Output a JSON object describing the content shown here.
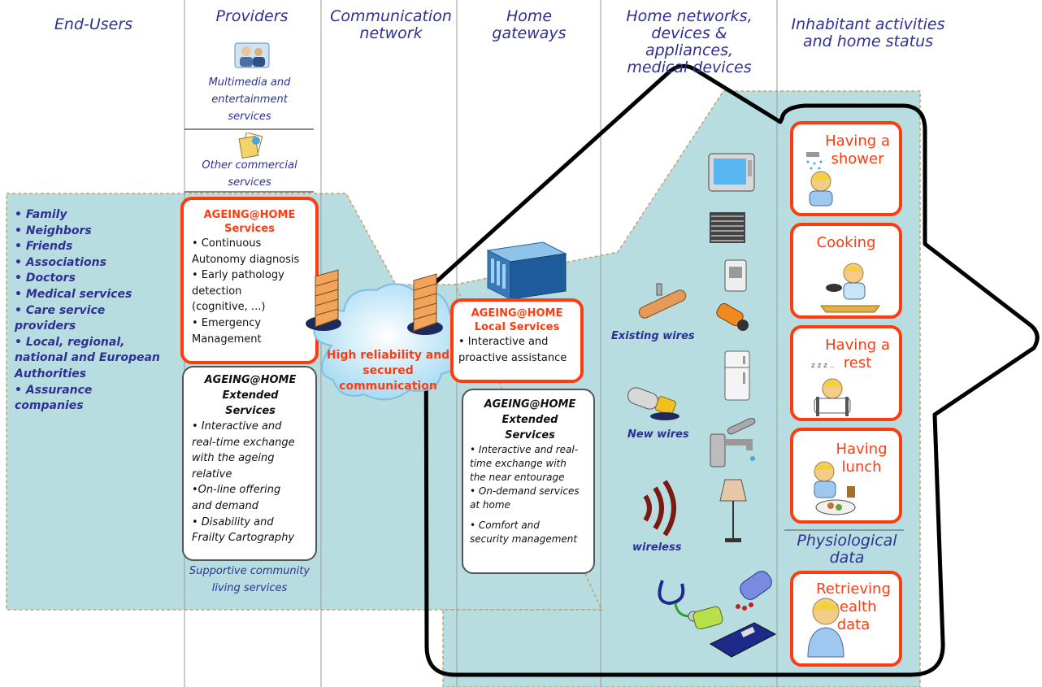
{
  "columns": {
    "end_users": "End-Users",
    "providers": "Providers",
    "communication": [
      "Communication",
      "network"
    ],
    "gateways": [
      "Home",
      "gateways"
    ],
    "home_networks": [
      "Home networks,",
      "devices &",
      "appliances,",
      "medical devices"
    ],
    "activities": [
      "Inhabitant activities",
      "and home status"
    ]
  },
  "end_users": [
    "• Family",
    "• Neighbors",
    "• Friends",
    "• Associations",
    "• Doctors",
    "• Medical services",
    "• Care service",
    "providers",
    "• Local, regional,",
    "national and European",
    "Authorities",
    "• Assurance",
    "companies"
  ],
  "providers": {
    "multimedia": [
      "Multimedia and",
      "entertainment",
      "services"
    ],
    "commercial": [
      "Other commercial",
      "services"
    ],
    "supportive": [
      "Supportive community",
      "living services"
    ]
  },
  "services_box": {
    "title": [
      "AGEING@HOME",
      "Services"
    ],
    "items": [
      "• Continuous",
      "Autonomy diagnosis",
      "• Early pathology",
      "detection",
      "(cognitive, ...)",
      "• Emergency",
      "Management"
    ]
  },
  "extended_box": {
    "title": [
      "AGEING@HOME",
      "Extended",
      "Services"
    ],
    "items": [
      "• Interactive and",
      "real-time exchange",
      "with the ageing",
      "relative",
      "•On-line offering",
      "and demand",
      "• Disability and",
      "Frailty Cartography"
    ]
  },
  "cloud": [
    "High reliability and",
    "secured",
    "communication"
  ],
  "local_box": {
    "title": [
      "AGEING@HOME",
      "Local Services"
    ],
    "items": [
      "• Interactive and",
      "proactive assistance"
    ]
  },
  "gateway_extended": {
    "title": [
      "AGEING@HOME",
      "Extended",
      "Services"
    ],
    "items": [
      "• Interactive and real-",
      "time exchange with",
      "the near entourage",
      "• On-demand services",
      "at home",
      "• Comfort and",
      "security management"
    ]
  },
  "wires": {
    "existing": "Existing wires",
    "new": "New wires",
    "wireless": "wireless"
  },
  "activities": {
    "shower": [
      "Having a",
      "shower"
    ],
    "cooking": [
      "Cooking"
    ],
    "rest": [
      "Having a",
      "rest"
    ],
    "lunch": [
      "Having",
      "lunch"
    ],
    "physiological": [
      "Physiological",
      "data"
    ],
    "health": [
      "Retrieving",
      "health",
      "data"
    ]
  },
  "colors": {
    "accent_red": "#ff3b10",
    "heading_blue": "#2e3192",
    "zone_teal": "#b7dde1",
    "zone_border": "#c8a070"
  },
  "icons": [
    "people-icon",
    "documents-icon",
    "firewall-icon",
    "server-gateway-icon",
    "tv-icon",
    "blinds-icon",
    "sensor-icon",
    "camera-icon",
    "fridge-icon",
    "faucet-icon",
    "lamp-icon",
    "cable-icon",
    "plug-icon",
    "wireless-icon",
    "stethoscope-icon",
    "glucometer-icon",
    "pill-bottle-icon",
    "scale-icon",
    "person-shower-icon",
    "person-cooking-icon",
    "person-sleeping-icon",
    "person-eating-icon",
    "person-icon"
  ]
}
